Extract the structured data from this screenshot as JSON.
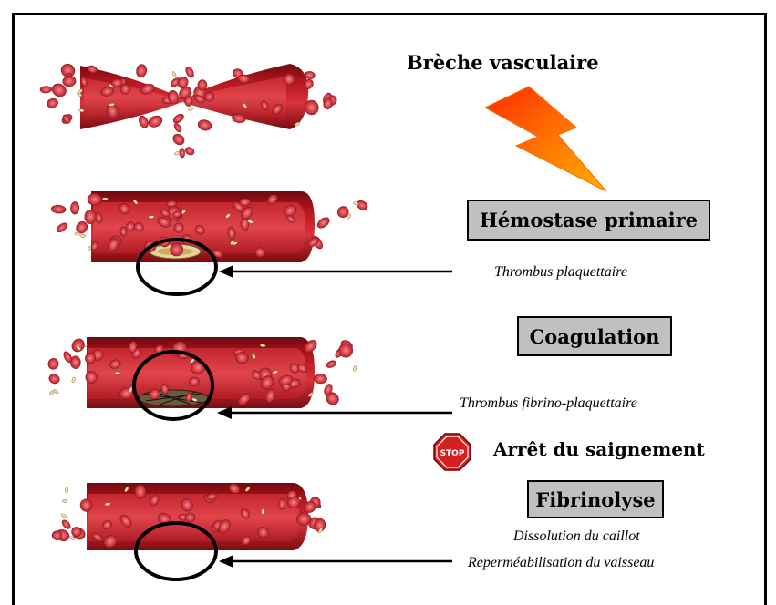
{
  "title": "Brèche vasculaire",
  "steps": [
    {
      "label": "Hémostase primaire",
      "caption": "Thrombus plaquettaire"
    },
    {
      "label": "Coagulation",
      "caption": "Thrombus fibrino-plaquettaire"
    },
    {
      "label": "Fibrinolyse",
      "captions": [
        "Dissolution du caillot",
        "Reperméabilisation du vaisseau"
      ]
    }
  ],
  "stop": {
    "sign": "STOP",
    "text": "Arrêt du saignement"
  },
  "colors": {
    "vessel_dark": "#8b0f14",
    "vessel_mid": "#c11a22",
    "vessel_light": "#e84a50",
    "rbc": "#d7424b",
    "box_fill": "#c0c0c0",
    "lightning": "#ff4500",
    "stop_red": "#d42020"
  },
  "icons": [
    "lightning-icon",
    "stop-sign-icon",
    "arrow-left-icon"
  ]
}
